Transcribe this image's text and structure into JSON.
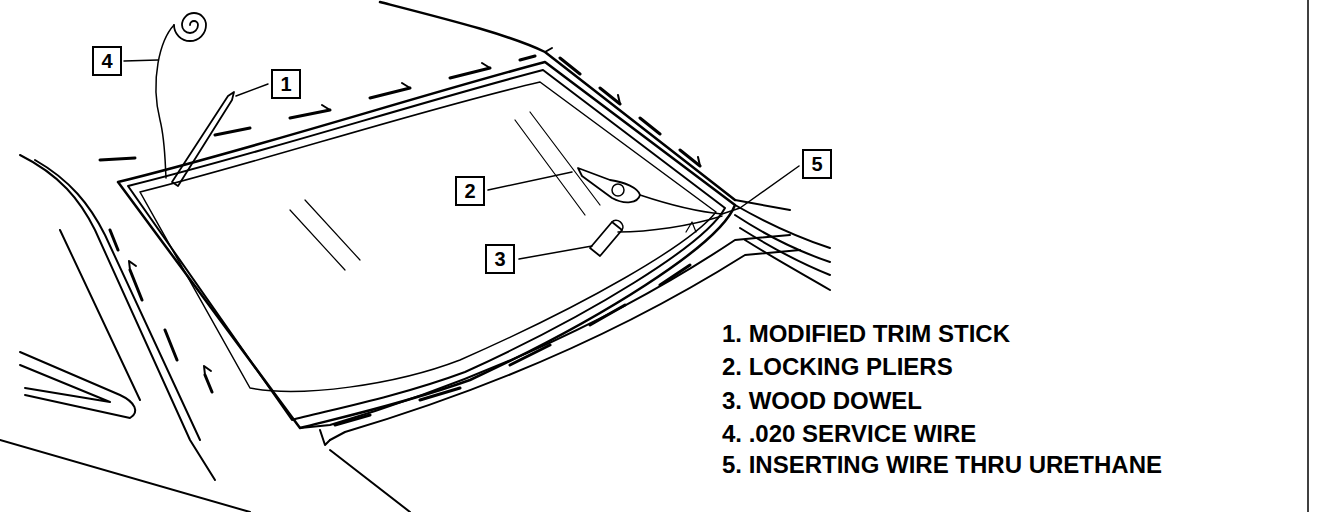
{
  "diagram": {
    "nodes": [
      {
        "text": [
          "4"
        ]
      },
      {
        "text": [
          "1"
        ]
      },
      {
        "text": [
          "2"
        ]
      },
      {
        "text": [
          "3"
        ]
      },
      {
        "text": [
          "5"
        ]
      }
    ],
    "labels": [
      "1. MODIFIED TRIM STICK",
      "2. LOCKING PLIERS",
      "3. WOOD DOWEL",
      "4. .020 SERVICE WIRE",
      "5. INSERTING WIRE THRU URETHANE"
    ]
  }
}
